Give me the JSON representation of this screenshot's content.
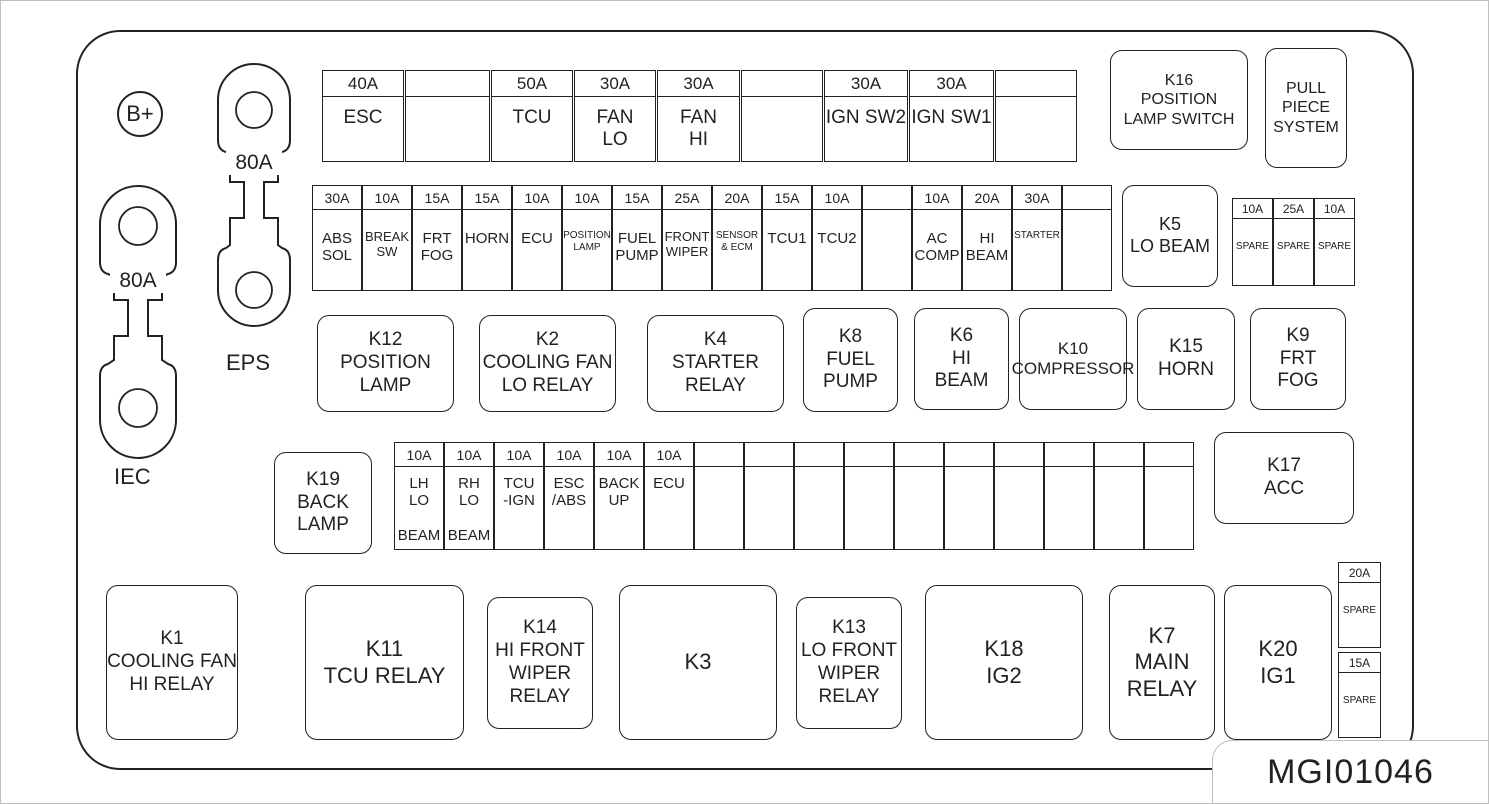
{
  "diagram_code": "MGI01046",
  "terminals": {
    "bplus": "B+",
    "eps_label": "EPS",
    "eps_rating": "80A",
    "iec_label": "IEC",
    "iec_rating": "80A"
  },
  "top_fuses": [
    {
      "amp": "40A",
      "name": "ESC"
    },
    {
      "amp": "",
      "name": ""
    },
    {
      "amp": "50A",
      "name": "TCU"
    },
    {
      "amp": "30A",
      "name": "FAN\nLO"
    },
    {
      "amp": "30A",
      "name": "FAN\nHI"
    },
    {
      "amp": "",
      "name": ""
    },
    {
      "amp": "30A",
      "name": "IGN SW2"
    },
    {
      "amp": "30A",
      "name": "IGN SW1"
    },
    {
      "amp": "",
      "name": ""
    }
  ],
  "mid_fuses": [
    {
      "amp": "30A",
      "name": "ABS\nSOL"
    },
    {
      "amp": "10A",
      "name": "BREAK\nSW"
    },
    {
      "amp": "15A",
      "name": "FRT\nFOG"
    },
    {
      "amp": "15A",
      "name": "HORN"
    },
    {
      "amp": "10A",
      "name": "ECU"
    },
    {
      "amp": "10A",
      "name": "POSITION\nLAMP"
    },
    {
      "amp": "15A",
      "name": "FUEL\nPUMP"
    },
    {
      "amp": "25A",
      "name": "FRONT\nWIPER"
    },
    {
      "amp": "20A",
      "name": "SENSOR\n& ECM"
    },
    {
      "amp": "15A",
      "name": "TCU1"
    },
    {
      "amp": "10A",
      "name": "TCU2"
    },
    {
      "amp": "",
      "name": ""
    },
    {
      "amp": "10A",
      "name": "AC\nCOMP"
    },
    {
      "amp": "20A",
      "name": "HI\nBEAM"
    },
    {
      "amp": "30A",
      "name": "STARTER"
    },
    {
      "amp": "",
      "name": ""
    }
  ],
  "spare_fuses_top": [
    {
      "amp": "10A",
      "name": "SPARE"
    },
    {
      "amp": "25A",
      "name": "SPARE"
    },
    {
      "amp": "10A",
      "name": "SPARE"
    }
  ],
  "low_fuses": [
    {
      "amp": "10A",
      "name": "LH\nLO\n\nBEAM"
    },
    {
      "amp": "10A",
      "name": "RH\nLO\n\nBEAM"
    },
    {
      "amp": "10A",
      "name": "TCU\n-IGN"
    },
    {
      "amp": "10A",
      "name": "ESC\n/ABS"
    },
    {
      "amp": "10A",
      "name": "BACK\nUP"
    },
    {
      "amp": "10A",
      "name": "ECU"
    },
    {
      "amp": "",
      "name": ""
    },
    {
      "amp": "",
      "name": ""
    },
    {
      "amp": "",
      "name": ""
    },
    {
      "amp": "",
      "name": ""
    },
    {
      "amp": "",
      "name": ""
    },
    {
      "amp": "",
      "name": ""
    },
    {
      "amp": "",
      "name": ""
    },
    {
      "amp": "",
      "name": ""
    },
    {
      "amp": "",
      "name": ""
    },
    {
      "amp": "",
      "name": ""
    }
  ],
  "spare_fuses_right": [
    {
      "amp": "20A",
      "name": "SPARE"
    },
    {
      "amp": "15A",
      "name": "SPARE"
    }
  ],
  "relays": {
    "k16": "K16\nPOSITION\nLAMP SWITCH",
    "pull": "PULL\nPIECE\nSYSTEM",
    "k5": "K5\nLO BEAM",
    "k12": "K12\nPOSITION\nLAMP",
    "k2": "K2\nCOOLING FAN\nLO RELAY",
    "k4": "K4\nSTARTER\nRELAY",
    "k8": "K8\nFUEL\nPUMP",
    "k6": "K6\nHI\nBEAM",
    "k10": "K10\nCOMPRESSOR",
    "k15": "K15\nHORN",
    "k9": "K9\nFRT\nFOG",
    "k19": "K19\nBACK\nLAMP",
    "k17": "K17\nACC",
    "k1": "K1\nCOOLING FAN\nHI RELAY",
    "k11": "K11\nTCU RELAY",
    "k14": "K14\nHI FRONT\nWIPER\nRELAY",
    "k3": "K3",
    "k13": "K13\nLO FRONT\nWIPER\nRELAY",
    "k18": "K18\nIG2",
    "k7": "K7\nMAIN\nRELAY",
    "k20": "K20\nIG1"
  }
}
